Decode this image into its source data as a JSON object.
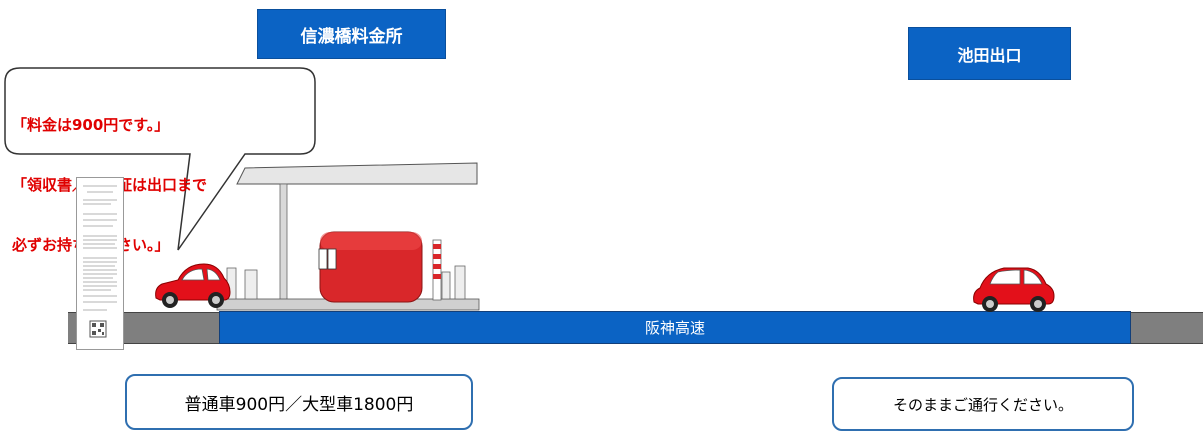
{
  "diagram": {
    "tollgate_label": "信濃橋料金所",
    "exit_label": "池田出口",
    "highway_label": "阪神高速",
    "fare_note": "普通車900円／大型車1800円",
    "pass_note": "そのままご通行ください。",
    "speech": {
      "line1": "「料金は900円です。」",
      "line2": "「領収書／通行証は出口まで",
      "line3": "必ずお持ちください。」"
    }
  },
  "colors": {
    "accent_blue": "#0b63c4",
    "speech_red": "#e00000",
    "car_red": "#e3101a",
    "booth_red": "#d9272a",
    "road_gray": "#7f7f7f"
  }
}
